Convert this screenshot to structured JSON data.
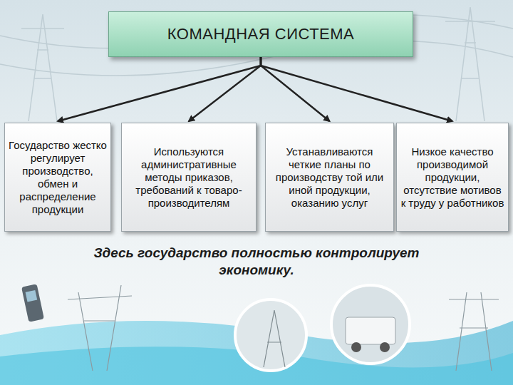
{
  "diagram": {
    "nodes": [
      {
        "text": [
          "КОМАНДНАЯ СИСТЕМА"
        ]
      },
      {
        "text": [
          "Государство жестко регулирует производство, обмен и распределение продукции"
        ]
      },
      {
        "text": [
          "Используются административные методы приказов, требований к товаро- производителям"
        ]
      },
      {
        "text": [
          "Устанавливаются четкие планы по производству той или иной продукции, оказанию услуг"
        ]
      },
      {
        "text": [
          "Низкое качество производимой продукции, отсутствие мотивов к труду у работников"
        ]
      }
    ],
    "edges": [
      {
        "from": 0,
        "to": 1,
        "arrow": "to"
      },
      {
        "from": 0,
        "to": 2,
        "arrow": "to"
      },
      {
        "from": 0,
        "to": 3,
        "arrow": "to"
      },
      {
        "from": 0,
        "to": 4,
        "arrow": "to"
      }
    ],
    "labels": [
      "Здесь государство полностью контролирует экономику."
    ]
  }
}
